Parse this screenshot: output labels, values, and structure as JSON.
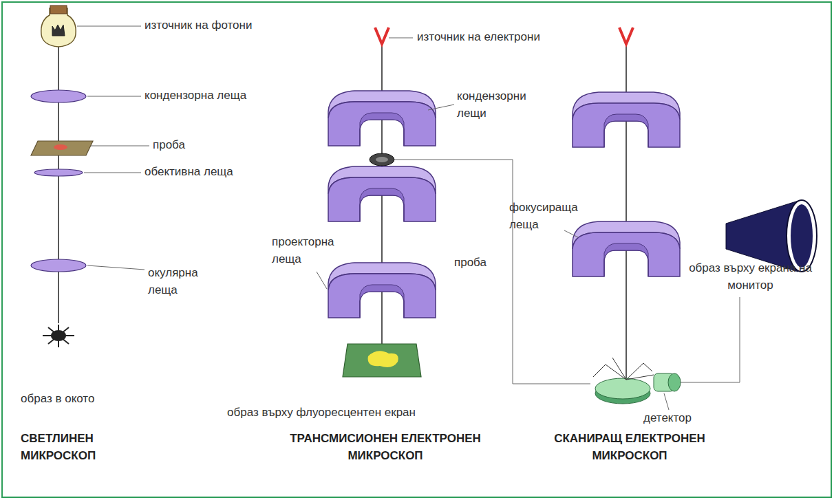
{
  "diagram": {
    "labels": [
      "източник на фотони",
      "кондензорна леща",
      "проба",
      "обективна леща",
      "окулярна леща",
      "образ в окото",
      "СВЕТЛИНЕН МИКРОСКОП",
      "източник на електрони",
      "кондензорни лещи",
      "проекторна леща",
      "проба",
      "образ върху флуоресцентен екран",
      "ТРАНСМИСИОНЕН ЕЛЕКТРОНЕН МИКРОСКОП",
      "фокусираща леща",
      "образ върху екрана на монитор",
      "детектор",
      "СКАНИРАЩ ЕЛЕКТРОНЕН МИКРОСКОП"
    ]
  }
}
